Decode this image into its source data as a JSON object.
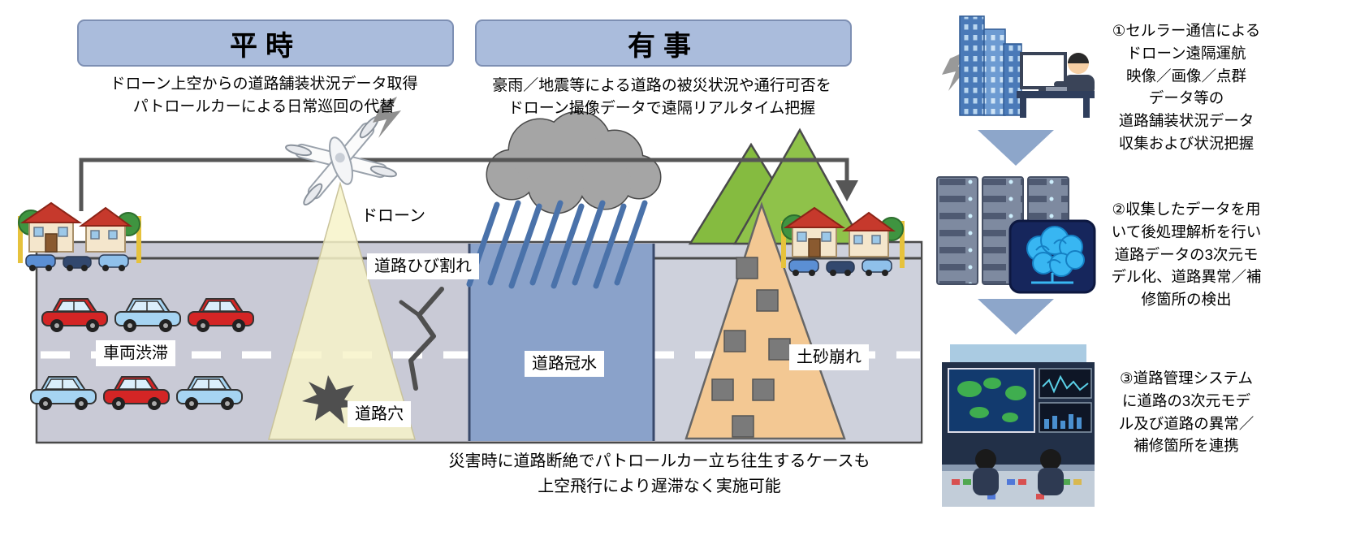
{
  "palette": {
    "header_fill": "#aabcdc",
    "header_border": "#7d8fb3",
    "road_fill": "#c9cad6",
    "flood_fill": "#8aa2ca",
    "landslide_fill": "#f3c893",
    "mountain_fill": "#85bb40",
    "light_cone_fill": "#f6f2c8",
    "flow_arrow_fill": "#8da6ca",
    "rain_color": "#4a72aa"
  },
  "headers": {
    "normal": {
      "title": "平時",
      "description": "ドローン上空からの道路舗装状況データ取得\nパトロールカーによる日常巡回の代替"
    },
    "emergency": {
      "title": "有事",
      "description": "豪雨／地震等による道路の被災状況や通行可否を\nドローン撮像データで遠隔リアルタイム把握"
    }
  },
  "scene": {
    "drone_label": "ドローン",
    "road_crack_label": "道路ひび割れ",
    "traffic_jam_label": "車両渋滞",
    "road_flood_label": "道路冠水",
    "road_hole_label": "道路穴",
    "landslide_label": "土砂崩れ",
    "bottom_note": "災害時に道路断絶でパトロールカー立ち往生するケースも\n上空飛行により遅滞なく実施可能"
  },
  "steps": [
    {
      "icon": "cellular-remote-operation-icon",
      "text": "①セルラー通信による\nドローン遠隔運航\n映像／画像／点群\nデータ等の\n道路舗装状況データ\n収集および状況把握"
    },
    {
      "icon": "server-ai-analysis-icon",
      "text": "②収集したデータを用\nいて後処理解析を行い\n道路データの3次元モ\nデル化、道路異常／補\n修箇所の検出"
    },
    {
      "icon": "road-management-control-room-icon",
      "text": "③道路管理システム\nに道路の3次元モデ\nル及び道路の異常／\n補修箇所を連携"
    }
  ]
}
